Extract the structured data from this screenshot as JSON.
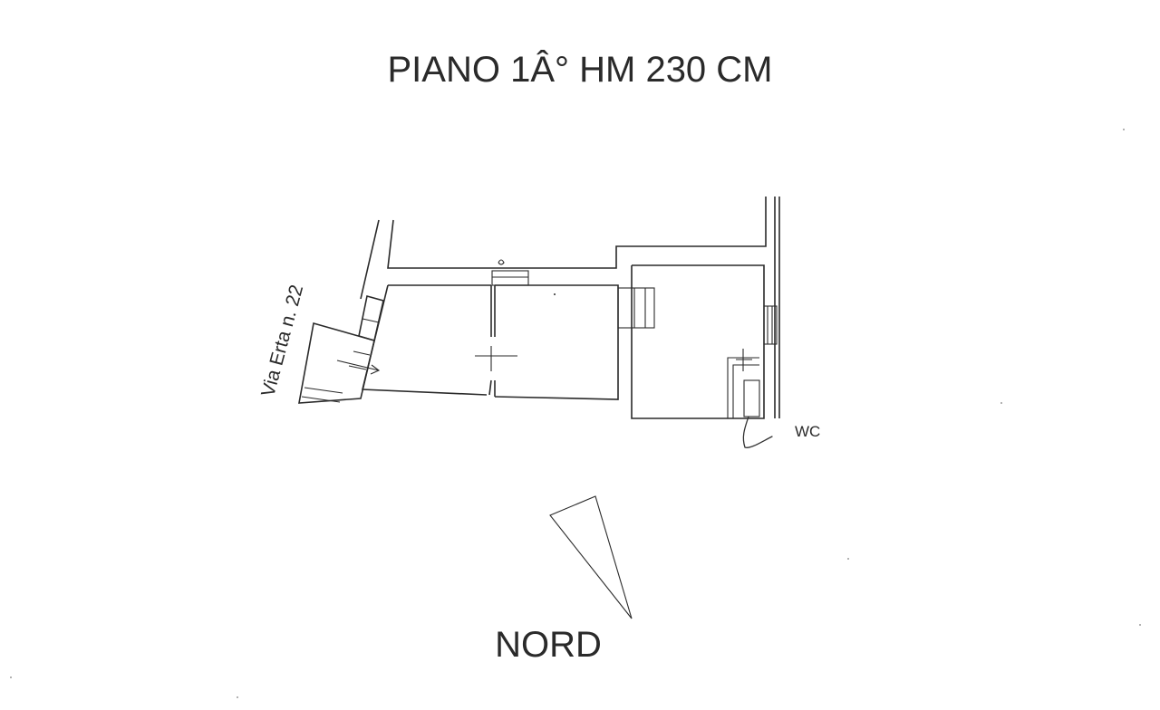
{
  "plan": {
    "title": "PIANO 1Â° HM 230 CM",
    "street_label": "Via Erta n. 22",
    "wc_label": "WC",
    "north_label": "NORD"
  },
  "colors": {
    "ink": "#2a2a2a",
    "paper": "#ffffff"
  }
}
